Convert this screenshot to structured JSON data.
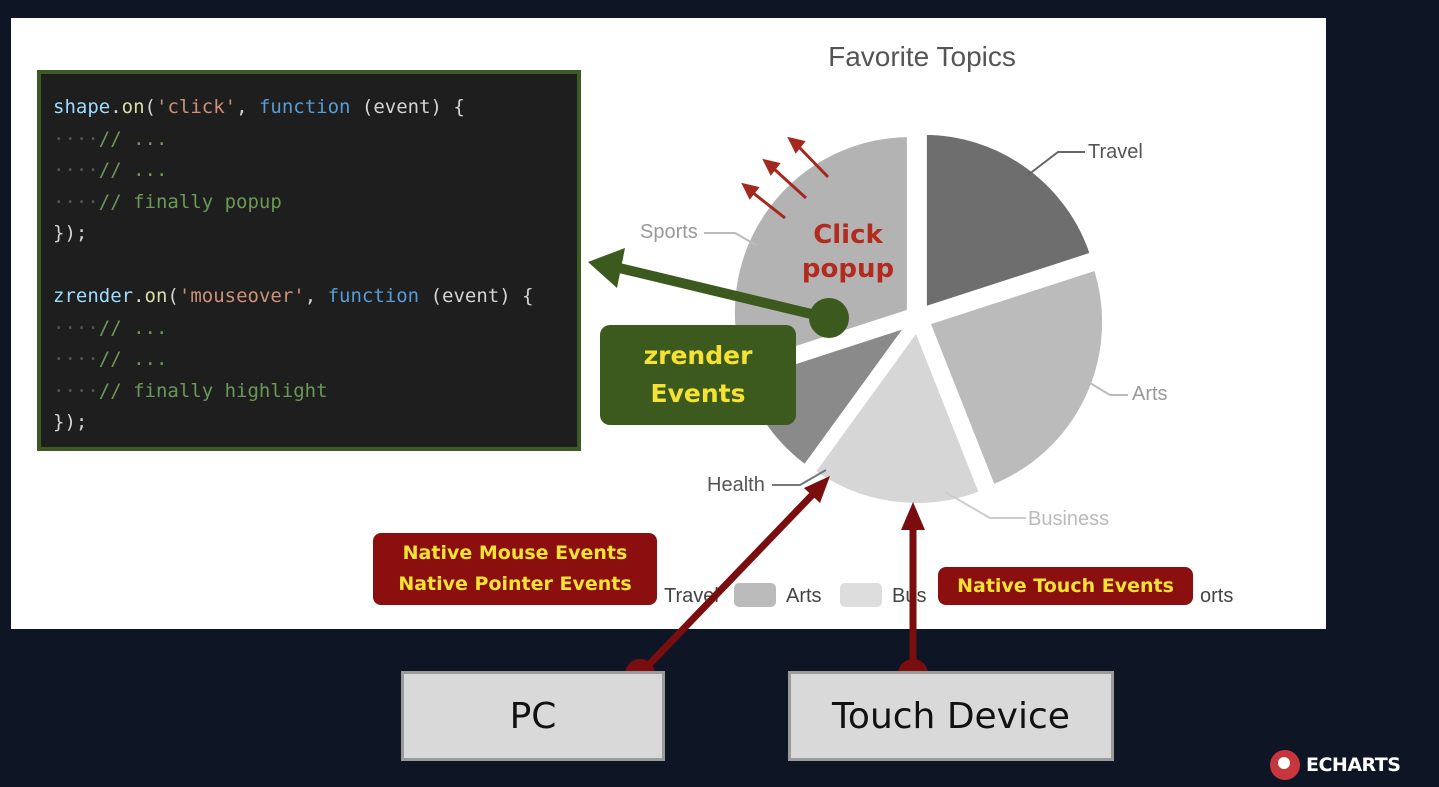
{
  "chart": {
    "title": "Favorite Topics",
    "slice_labels": [
      "Travel",
      "Arts",
      "Business",
      "Health",
      "Sports"
    ],
    "legend_items": [
      "Travel",
      "Arts",
      "Bus",
      "orts"
    ]
  },
  "chart_data": {
    "type": "pie",
    "title": "Favorite Topics",
    "categories": [
      "Travel",
      "Arts",
      "Business",
      "Health",
      "Sports"
    ],
    "values": [
      20,
      24,
      16,
      10,
      30
    ],
    "colors": [
      "#6e6e6e",
      "#bbbbbb",
      "#d6d6d6",
      "#8a8a8a",
      "#b3b3b3"
    ],
    "legend": "bottom"
  },
  "code": {
    "lines": [
      {
        "parts": [
          [
            "kw",
            "shape"
          ],
          [
            "pl",
            "."
          ],
          [
            "fn",
            "on"
          ],
          [
            "pl",
            "("
          ],
          [
            "str",
            "'click'"
          ],
          [
            "pl",
            ", "
          ],
          [
            "kb",
            "function"
          ],
          [
            "pl",
            " (event) {"
          ]
        ]
      },
      {
        "parts": [
          [
            "dots",
            "····"
          ],
          [
            "cm",
            "// ..."
          ]
        ]
      },
      {
        "parts": [
          [
            "dots",
            "····"
          ],
          [
            "cm",
            "// ..."
          ]
        ]
      },
      {
        "parts": [
          [
            "dots",
            "····"
          ],
          [
            "cm",
            "// finally popup"
          ]
        ]
      },
      {
        "parts": [
          [
            "pl",
            "});"
          ]
        ]
      },
      {
        "parts": [
          [
            "pl",
            ""
          ]
        ]
      },
      {
        "parts": [
          [
            "kw",
            "zrender"
          ],
          [
            "pl",
            "."
          ],
          [
            "fn",
            "on"
          ],
          [
            "pl",
            "("
          ],
          [
            "str",
            "'mouseover'"
          ],
          [
            "pl",
            ", "
          ],
          [
            "kb",
            "function"
          ],
          [
            "pl",
            " (event) {"
          ]
        ]
      },
      {
        "parts": [
          [
            "dots",
            "····"
          ],
          [
            "cm",
            "// ..."
          ]
        ]
      },
      {
        "parts": [
          [
            "dots",
            "····"
          ],
          [
            "cm",
            "// ..."
          ]
        ]
      },
      {
        "parts": [
          [
            "dots",
            "····"
          ],
          [
            "cm",
            "// finally highlight"
          ]
        ]
      },
      {
        "parts": [
          [
            "pl",
            "});"
          ]
        ]
      }
    ]
  },
  "annotations": {
    "click_popup_line1": "Click",
    "click_popup_line2": "popup",
    "zrender_line1": "zrender",
    "zrender_line2": "Events",
    "native_mouse": "Native Mouse Events",
    "native_pointer": "Native Pointer Events",
    "native_touch": "Native Touch Events"
  },
  "devices": {
    "pc": "PC",
    "touch": "Touch Device"
  },
  "logo": {
    "text": "ECHARTS"
  },
  "colors": {
    "background": "#0e1626",
    "code_border": "#3c5a24",
    "zrender_box": "#3d5a1e",
    "annotation_red": "#8b0f0f",
    "annotation_text": "#f5e233",
    "arrow_green": "#3d5a1e",
    "arrow_red": "#7a0e0e"
  }
}
